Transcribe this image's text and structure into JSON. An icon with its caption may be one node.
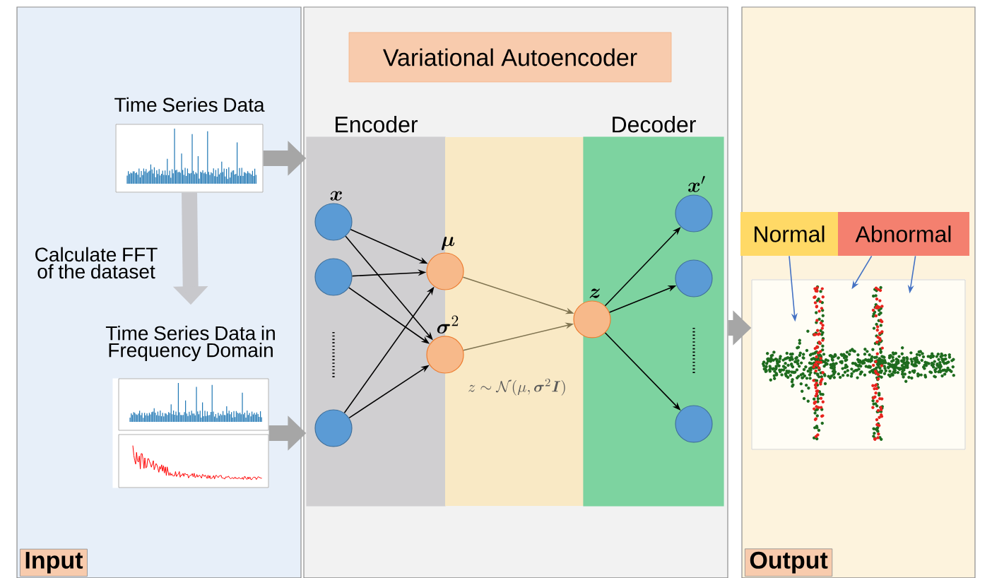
{
  "diagram": {
    "nodes": [
      {
        "text": [
          "Input"
        ]
      },
      {
        "text": [
          "Time Series Data"
        ],
        "in": 0
      },
      {
        "text": [
          "Time Series Data in Frequency Domain"
        ],
        "in": 0
      },
      {
        "text": [],
        "shape": "box"
      },
      {
        "text": [
          "Variational Autoencoder"
        ],
        "in": 3
      },
      {
        "text": [
          "Encoder"
        ],
        "in": 3
      },
      {
        "text": [
          "Decoder"
        ],
        "in": 3
      },
      {
        "text": [],
        "shape": "circle",
        "in": 5,
        "beside": [
          "\\boldsymbol{x}"
        ]
      },
      {
        "text": [],
        "shape": "circle",
        "in": 5
      },
      {
        "text": [],
        "shape": "circle",
        "in": 5
      },
      {
        "text": [],
        "shape": "circle",
        "in": 3,
        "beside": [
          "\\boldsymbol{\\mu}"
        ]
      },
      {
        "text": [],
        "shape": "circle",
        "in": 3,
        "beside": [
          "\\boldsymbol{\\sigma}^{2}"
        ]
      },
      {
        "text": [],
        "shape": "circle",
        "in": 3,
        "beside": [
          "\\boldsymbol{z}"
        ]
      },
      {
        "text": [],
        "shape": "circle",
        "in": 6,
        "beside": [
          "\\boldsymbol{x}'"
        ]
      },
      {
        "text": [],
        "shape": "circle",
        "in": 6
      },
      {
        "text": [],
        "shape": "circle",
        "in": 6
      },
      {
        "text": [
          "Output"
        ]
      },
      {
        "text": [
          "Normal"
        ],
        "in": 16
      },
      {
        "text": [
          "Abnormal"
        ],
        "in": 16
      },
      {
        "text": [],
        "shape": "picture",
        "in": 16
      }
    ],
    "edges": [
      {
        "from": 1,
        "to": 5,
        "arrow": "to",
        "style": "thick",
        "color": "#a6a6a6"
      },
      {
        "from": 2,
        "to": 5,
        "arrow": "to",
        "style": "thick",
        "color": "#a6a6a6"
      },
      {
        "from": 1,
        "to": 2,
        "arrow": "to",
        "style": "thick",
        "color": "#c8c8cc",
        "label": "Calculate FFT of the dataset"
      },
      {
        "from": 7,
        "to": 10,
        "arrow": "to"
      },
      {
        "from": 7,
        "to": 11,
        "arrow": "to"
      },
      {
        "from": 8,
        "to": 10,
        "arrow": "to"
      },
      {
        "from": 8,
        "to": 11,
        "arrow": "to"
      },
      {
        "from": 9,
        "to": 10,
        "arrow": "to"
      },
      {
        "from": 9,
        "to": 11,
        "arrow": "to"
      },
      {
        "from": 10,
        "to": 12,
        "arrow": "to",
        "color": "#7f7350"
      },
      {
        "from": 11,
        "to": 12,
        "arrow": "to",
        "color": "#7f7350"
      },
      {
        "from": 12,
        "to": 13,
        "arrow": "to"
      },
      {
        "from": 12,
        "to": 14,
        "arrow": "to"
      },
      {
        "from": 12,
        "to": 15,
        "arrow": "to"
      },
      {
        "from": 3,
        "to": 19,
        "arrow": "to",
        "style": "thick",
        "color": "#a6a6a6"
      },
      {
        "from": 17,
        "to": 19,
        "arrow": "to",
        "color": "#4472c4"
      },
      {
        "from": 18,
        "to": 19,
        "arrow": "to",
        "color": "#4472c4"
      },
      {
        "from": 18,
        "to": 19,
        "arrow": "to",
        "color": "#4472c4"
      }
    ],
    "labels": [
      "z \\sim \\mathcal{N}(\\mu, \\boldsymbol{\\sigma}^{2}\\boldsymbol{I})"
    ]
  }
}
